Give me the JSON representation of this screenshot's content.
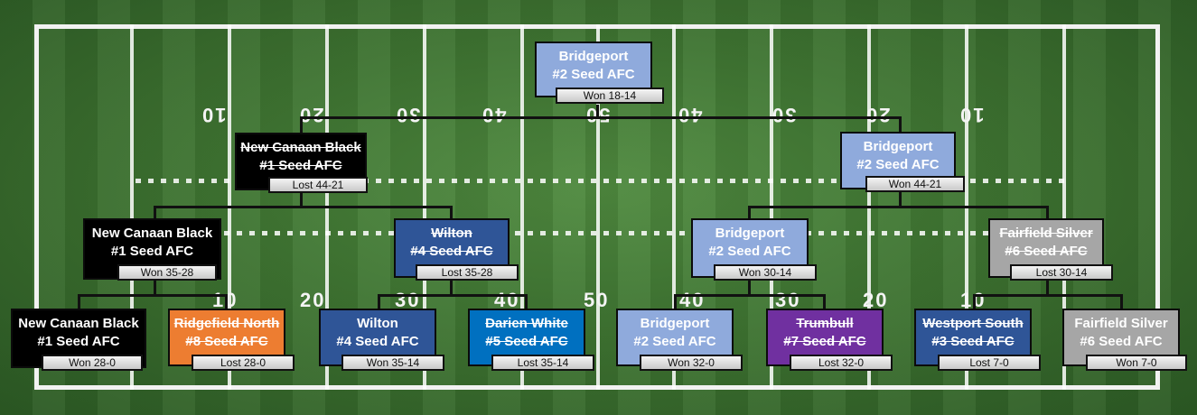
{
  "colors": {
    "black": "#000000",
    "orange": "#ed7d31",
    "navy": "#2f5597",
    "blue": "#0070c0",
    "light_blue": "#8faadc",
    "purple": "#7030a0",
    "gray": "#a6a6a6"
  },
  "field": {
    "yard_numbers_top": [
      "10",
      "20",
      "30",
      "40",
      "50",
      "40",
      "30",
      "20",
      "10"
    ],
    "yard_numbers_bottom": [
      "10",
      "20",
      "30",
      "40",
      "50",
      "40",
      "30",
      "20",
      "10"
    ]
  },
  "final": {
    "name": "Bridgeport",
    "seed": "#2 Seed AFC",
    "result": "Won 18-14",
    "color": "light_blue",
    "eliminated": false
  },
  "semifinals": [
    {
      "name": "New Canaan Black",
      "seed": "#1 Seed AFC",
      "result": "Lost 44-21",
      "color": "black",
      "eliminated": true
    },
    {
      "name": "Bridgeport",
      "seed": "#2 Seed AFC",
      "result": "Won 44-21",
      "color": "light_blue",
      "eliminated": false
    }
  ],
  "quarterfinals": [
    {
      "name": "New Canaan Black",
      "seed": "#1 Seed AFC",
      "result": "Won 35-28",
      "color": "black",
      "eliminated": false
    },
    {
      "name": "Wilton",
      "seed": "#4 Seed AFC",
      "result": "Lost 35-28",
      "color": "navy",
      "eliminated": true
    },
    {
      "name": "Bridgeport",
      "seed": "#2 Seed AFC",
      "result": "Won 30-14",
      "color": "light_blue",
      "eliminated": false
    },
    {
      "name": "Fairfield Silver",
      "seed": "#6 Seed AFC",
      "result": "Lost 30-14",
      "color": "gray",
      "eliminated": true
    }
  ],
  "first_round": [
    {
      "name": "New Canaan Black",
      "seed": "#1 Seed AFC",
      "result": "Won 28-0",
      "color": "black",
      "eliminated": false
    },
    {
      "name": "Ridgefield North",
      "seed": "#8 Seed AFC",
      "result": "Lost 28-0",
      "color": "orange",
      "eliminated": true
    },
    {
      "name": "Wilton",
      "seed": "#4 Seed AFC",
      "result": "Won 35-14",
      "color": "navy",
      "eliminated": false
    },
    {
      "name": "Darien White",
      "seed": "#5 Seed AFC",
      "result": "Lost 35-14",
      "color": "blue",
      "eliminated": true
    },
    {
      "name": "Bridgeport",
      "seed": "#2 Seed AFC",
      "result": "Won 32-0",
      "color": "light_blue",
      "eliminated": false
    },
    {
      "name": "Trumbull",
      "seed": "#7 Seed AFC",
      "result": "Lost 32-0",
      "color": "purple",
      "eliminated": true
    },
    {
      "name": "Westport South",
      "seed": "#3 Seed AFC",
      "result": "Lost 7-0",
      "color": "navy",
      "eliminated": true
    },
    {
      "name": "Fairfield Silver",
      "seed": "#6 Seed AFC",
      "result": "Won 7-0",
      "color": "gray",
      "eliminated": false
    }
  ]
}
